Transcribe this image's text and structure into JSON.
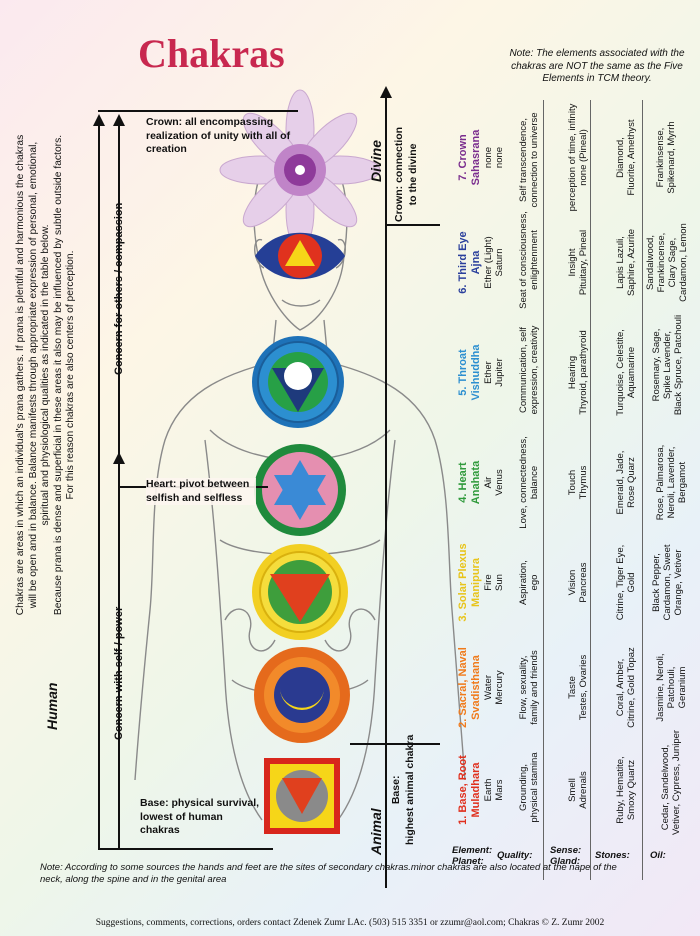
{
  "title": "Chakras",
  "note_top": "Note: The elements associated with the chakras are NOT the same as the Five Elements in TCM theory.",
  "intro": [
    "Chakras are areas in which an individual's prana gathers. If prana is plentiful and harmonious the chakras",
    "will be open and in balance. Balance manifests through appropriate expression of personal, emotional,",
    "spiritual and physiological qualities as indicated in the table below.",
    "Because prana is dense and superficial in these areas it also may be influenced by subtle outside factors.",
    "For this reason chakras are also centers of perception."
  ],
  "labels": {
    "crown": "Crown: all encompassing realization of unity with all of creation",
    "heart": "Heart: pivot between selfish and selfless",
    "base": "Base: physical survival, lowest of human chakras",
    "concern_self": "Concern with self / power",
    "concern_others": "Concern for others / compassion",
    "human": "Human",
    "animal": "Animal",
    "divine": "Divine",
    "base_animal": "Base:\nhighest animal chakra",
    "crown_divine": "Crown: connection\nto the divine"
  },
  "row_labels": {
    "element_planet": "Element:\nPlanet:",
    "quality": "Quality:",
    "sense_gland": "Sense:\nGland:",
    "stones": "Stones:",
    "oil": "Oil:"
  },
  "chakras": [
    {
      "name": "1. Base, Root\nMuladhara",
      "color": "#e0301e",
      "element": "Earth\nMars",
      "quality": "Grounding,\nphysical stamina",
      "sense": "Smell\nAdrenals",
      "stones": "Ruby, Hematite,\nSmoxy Quartz",
      "oil": "Cedar, Sandelwood,\nVetiver, Cypress, Juniper"
    },
    {
      "name": "2. Sacral, Naval\nSvadisthana",
      "color": "#f07a1a",
      "element": "Water\nMercury",
      "quality": "Flow, sexuality,\nfamily and friends",
      "sense": "Taste\nTestes, Ovaries",
      "stones": "Coral, Amber,\nCitrine, Gold Topaz",
      "oil": "Jasmine, Neroli,\nPatchouli,\nGeranium"
    },
    {
      "name": "3. Solar Plexus\nManipura",
      "color": "#e8c41a",
      "element": "Fire\nSun",
      "quality": "Aspiration,\nego",
      "sense": "Vision\nPancreas",
      "stones": "Citrine, Tiger Eye,\nGold",
      "oil": "Black Pepper,\nCardamon, Sweet\nOrange, Vetiver"
    },
    {
      "name": "4. Heart\nAnahata",
      "color": "#2f9a3b",
      "element": "Air\nVenus",
      "quality": "Love, connectedness,\nbalance",
      "sense": "Touch\nThymus",
      "stones": "Emerald, Jade,\nRose Quarz",
      "oil": "Rose, Palmarosa,\nNeroli, Lavender,\nBergamot"
    },
    {
      "name": "5. Throat\nVishuddha",
      "color": "#2c8fd0",
      "element": "Ether\nJupiter",
      "quality": "Communication, self\nexpression, creativity",
      "sense": "Hearing\nThyroid, parathyroid",
      "stones": "Turquoise, Celestite,\nAquamarine",
      "oil": "Rosemary, Sage,\nSpike Lavender,\nBlack Spruce, Patchouli"
    },
    {
      "name": "6. Third Eye\nAjna",
      "color": "#2a3f9c",
      "element": "Ether (Light)\nSaturn",
      "quality": "Seat of consciousness,\nenlightenment",
      "sense": "Insight\nPituitary, Pineal",
      "stones": "Lapis Lazuli,\nSaphire, Azurite",
      "oil": "Sandalwood,\nFrankincense,\nClary Sage,\nCardamon, Lemon"
    },
    {
      "name": "7. Crown\nSahasrana",
      "color": "#7a2d8e",
      "element": "none\nnone",
      "quality": "Self transcendence,\nconnection to universe",
      "sense": "perception of time, infinity\nnone (Pineal)",
      "stones": "Diamond,\nFluorite, Amethyst",
      "oil": "Frankinsense,\nSpikenard, Myrrh"
    }
  ],
  "note_bottom": "Note: According to some sources the hands and feet are the sites of secondary chakras.minor chakras are also located at the nape of the neck, along the spine and in the genital area",
  "footer": "Suggestions, comments, corrections, orders contact Zdenek Zumr LAc. (503) 515 3351 or zzumr@aol.com; Chakras © Z. Zumr 2002"
}
